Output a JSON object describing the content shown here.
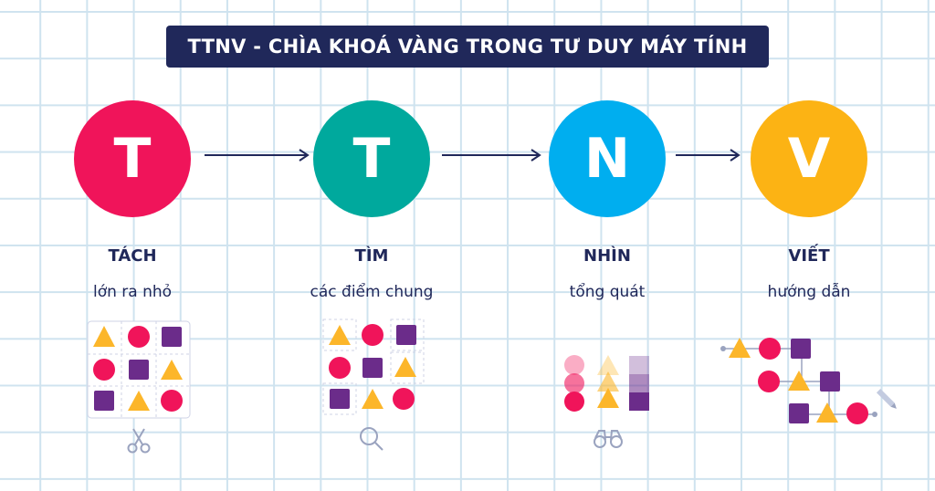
{
  "title": "TTNV - CHÌA KHOÁ VÀNG TRONG TƯ DUY MÁY TÍNH",
  "steps": [
    {
      "letter": "T",
      "word": "TÁCH",
      "sub": "lớn ra nhỏ",
      "color": "#f0145a"
    },
    {
      "letter": "T",
      "word": "TÌM",
      "sub": "các điểm chung",
      "color": "#00a99d"
    },
    {
      "letter": "N",
      "word": "NHÌN",
      "sub": "tổng quát",
      "color": "#00aeef"
    },
    {
      "letter": "V",
      "word": "VIẾT",
      "sub": "hướng dẫn",
      "color": "#fcb314"
    }
  ],
  "colors": {
    "navy": "#20285a",
    "pink": "#f0145a",
    "purple": "#6b2c8a",
    "yellow": "#fcb62a",
    "grid": "#cfe3ef"
  },
  "icons": [
    "scissors-icon",
    "magnifier-icon",
    "binoculars-icon",
    "pencil-icon"
  ]
}
